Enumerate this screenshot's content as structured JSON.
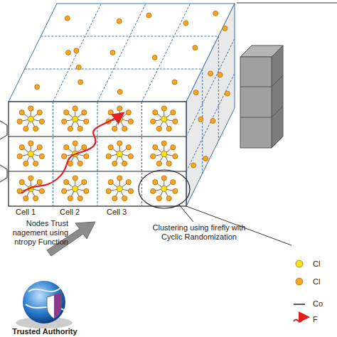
{
  "diagram": {
    "labels": [
      "Cell 1",
      "Cell 2",
      "Cell 3",
      "Clustering using firefly with Cyclic Randomization",
      "Nodes Trust nagement using ntropy Function",
      "Trusted Authority"
    ],
    "legend": [
      {
        "text": "Cl",
        "color": "#f3e21c"
      },
      {
        "text": "Cl",
        "color": "#f5a623"
      },
      {
        "text": "Co"
      },
      {
        "text": "F"
      }
    ]
  }
}
